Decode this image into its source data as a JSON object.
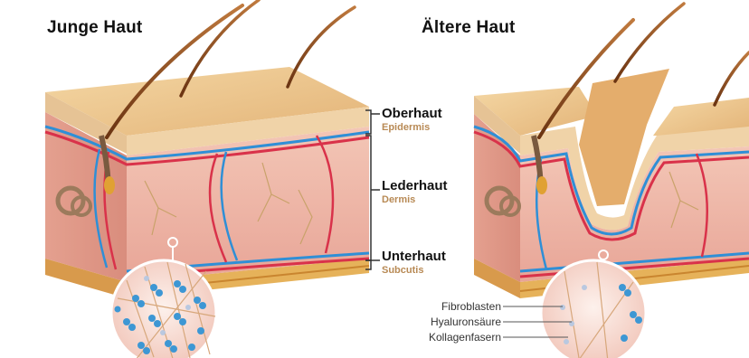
{
  "titles": {
    "young": "Junge Haut",
    "old": "Ältere Haut"
  },
  "layers": [
    {
      "name": "Oberhaut",
      "latin": "Epidermis"
    },
    {
      "name": "Lederhaut",
      "latin": "Dermis"
    },
    {
      "name": "Unterhaut",
      "latin": "Subcutis"
    }
  ],
  "legend": [
    "Fibroblasten",
    "Hyaluronsäure",
    "Kollagenfasern"
  ],
  "colors": {
    "epidermis": "#e9c08a",
    "dermis": "#efb6a8",
    "subcutis": "#e6b25a",
    "hair": "#8a4a1e",
    "artery": "#d9324a",
    "vein": "#2f8fd6",
    "label_sub": "#b88a55"
  }
}
